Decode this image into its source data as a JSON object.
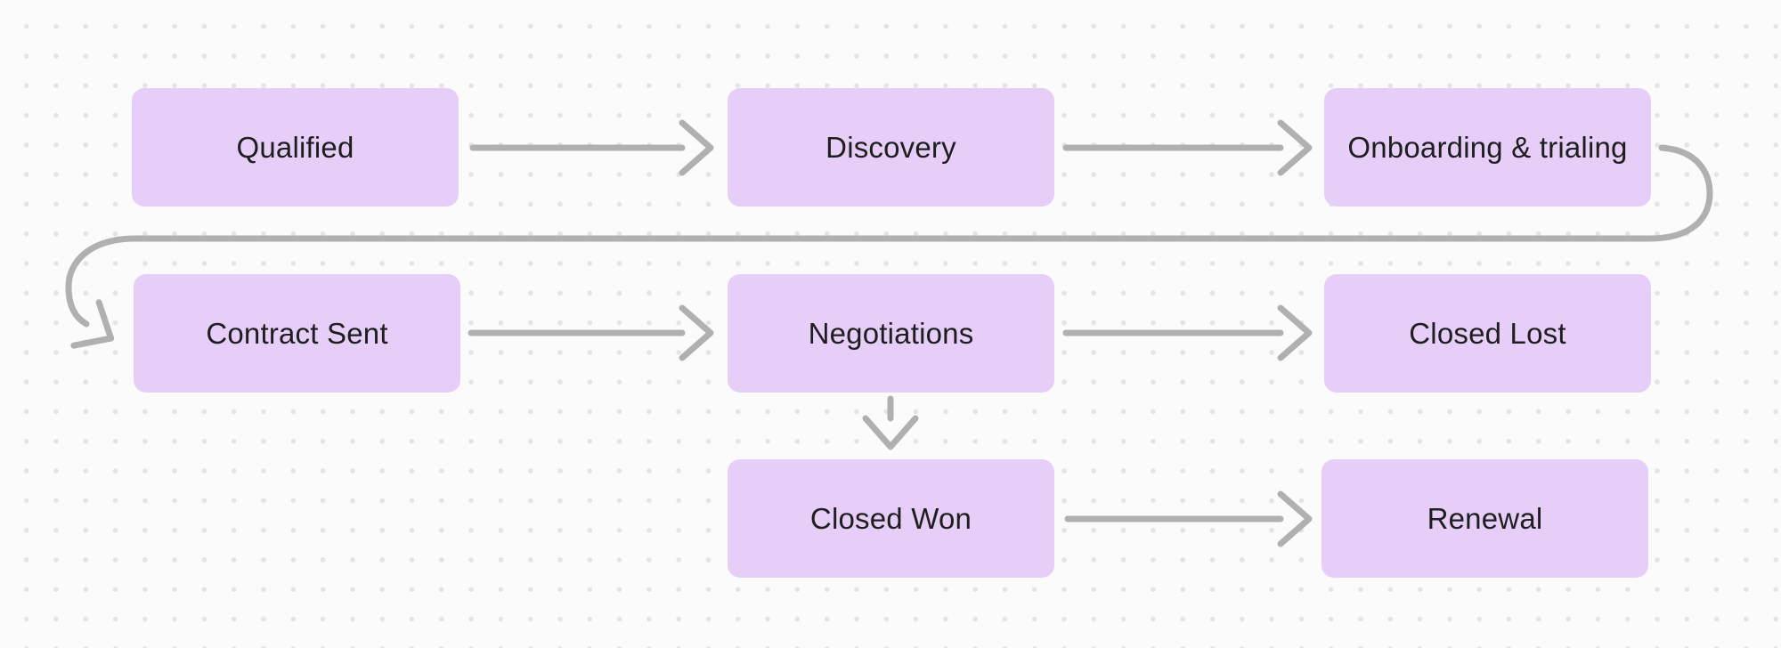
{
  "canvas": {
    "kind": "flowchart-whiteboard",
    "background_color": "#fbfbfb",
    "dot_grid_color": "#e4e4e4",
    "node_fill_color": "#e6cef9",
    "node_text_color": "#1e1e1e",
    "connector_color": "#b0b0b0"
  },
  "diagram": {
    "type": "flowchart",
    "nodes": [
      {
        "id": "qualified",
        "label": "Qualified"
      },
      {
        "id": "discovery",
        "label": "Discovery"
      },
      {
        "id": "onboarding",
        "label": "Onboarding & trialing"
      },
      {
        "id": "contract",
        "label": "Contract Sent"
      },
      {
        "id": "negotiations",
        "label": "Negotiations"
      },
      {
        "id": "closedlost",
        "label": "Closed Lost"
      },
      {
        "id": "closedwon",
        "label": "Closed Won"
      },
      {
        "id": "renewal",
        "label": "Renewal"
      }
    ],
    "edges": [
      {
        "from": "qualified",
        "to": "discovery",
        "style": "straight-right"
      },
      {
        "from": "discovery",
        "to": "onboarding",
        "style": "straight-right"
      },
      {
        "from": "onboarding",
        "to": "contract",
        "style": "wrap-around-left"
      },
      {
        "from": "contract",
        "to": "negotiations",
        "style": "straight-right"
      },
      {
        "from": "negotiations",
        "to": "closedlost",
        "style": "straight-right"
      },
      {
        "from": "negotiations",
        "to": "closedwon",
        "style": "straight-down"
      },
      {
        "from": "closedwon",
        "to": "renewal",
        "style": "straight-right"
      }
    ]
  }
}
